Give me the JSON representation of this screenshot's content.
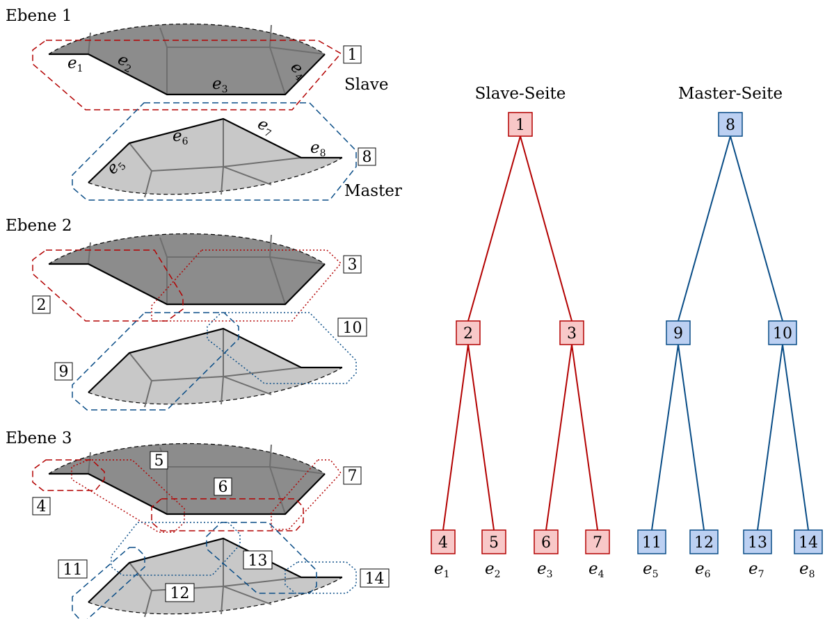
{
  "levels": [
    "Ebene 1",
    "Ebene 2",
    "Ebene 3"
  ],
  "slave_label": "Slave",
  "master_label": "Master",
  "edge_labels": [
    {
      "base": "e",
      "sub": "1"
    },
    {
      "base": "e",
      "sub": "2"
    },
    {
      "base": "e",
      "sub": "3"
    },
    {
      "base": "e",
      "sub": "4"
    },
    {
      "base": "e",
      "sub": "5"
    },
    {
      "base": "e",
      "sub": "6"
    },
    {
      "base": "e",
      "sub": "7"
    },
    {
      "base": "e",
      "sub": "8"
    }
  ],
  "box_labels": {
    "b1": "1",
    "b2": "2",
    "b3": "3",
    "b4": "4",
    "b5": "5",
    "b6": "6",
    "b7": "7",
    "b8": "8",
    "b9": "9",
    "b10": "10",
    "b11": "11",
    "b12": "12",
    "b13": "13",
    "b14": "14"
  },
  "tree": {
    "slave_title": "Slave-Seite",
    "master_title": "Master-Seite",
    "slave_root": "1",
    "slave_level2": [
      "2",
      "3"
    ],
    "slave_leaves": [
      "4",
      "5",
      "6",
      "7"
    ],
    "master_root": "8",
    "master_level2": [
      "9",
      "10"
    ],
    "master_leaves": [
      "11",
      "12",
      "13",
      "14"
    ],
    "leaf_edge_labels": [
      {
        "base": "e",
        "sub": "1"
      },
      {
        "base": "e",
        "sub": "2"
      },
      {
        "base": "e",
        "sub": "3"
      },
      {
        "base": "e",
        "sub": "4"
      },
      {
        "base": "e",
        "sub": "5"
      },
      {
        "base": "e",
        "sub": "6"
      },
      {
        "base": "e",
        "sub": "7"
      },
      {
        "base": "e",
        "sub": "8"
      }
    ]
  },
  "colors": {
    "slave": "#b30000",
    "slave_fill": "#f8c8c8",
    "master": "#084c86",
    "master_fill": "#bcd0f2",
    "slave_body": "#8c8c8c",
    "master_body": "#c8c8c8",
    "mesh": "#6e6e6e"
  }
}
